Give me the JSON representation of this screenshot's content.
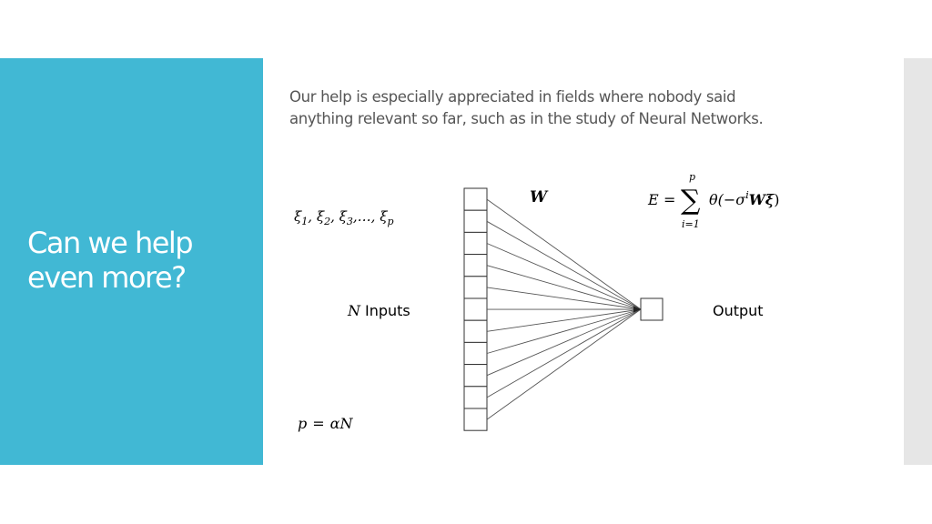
{
  "theme": {
    "accent": "#41b8d4",
    "scrollbar": "#e6e6e6"
  },
  "slide": {
    "title_lines": [
      "Can we help",
      "even more?"
    ],
    "intro_lines": [
      "Our help is especially appreciated in fields where nobody said",
      "anything relevant so far, such as in the study of Neural Networks."
    ]
  },
  "diagram": {
    "input_units": 11,
    "output_units": 1,
    "weights_label": "W",
    "inputs_sequence": {
      "symbol": "ξ",
      "subscripts": [
        "1",
        "2",
        "3",
        "…",
        "p"
      ]
    },
    "inputs_label": {
      "var": "N",
      "text": "Inputs"
    },
    "output_label": "Output",
    "relation": {
      "lhs": "p",
      "op": "=",
      "rhs": "αN"
    },
    "energy": {
      "lhs": "E",
      "eq": "=",
      "sum_symbol": "∑",
      "sum_upper": "p",
      "sum_lower": "i=1",
      "theta_open": "θ(−σ",
      "sup": "i",
      "bold_terms": "Wξ",
      "close": ")"
    }
  }
}
